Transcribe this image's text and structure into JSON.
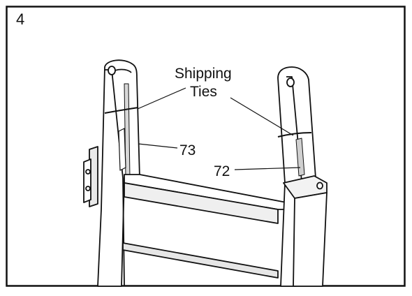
{
  "step": {
    "number": "4"
  },
  "callouts": {
    "shipping_line1": "Shipping",
    "shipping_line2": "Ties",
    "part_73": "73",
    "part_72": "72"
  }
}
